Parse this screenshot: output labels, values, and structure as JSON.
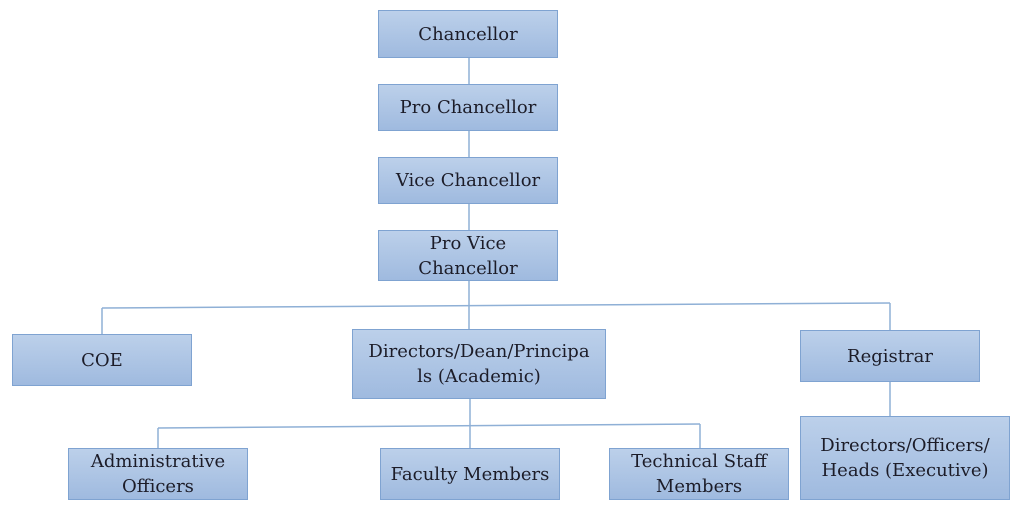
{
  "nodes": {
    "chancellor": [
      "Chancellor"
    ],
    "pro_chancellor": [
      "Pro Chancellor"
    ],
    "vice_chancellor": [
      "Vice Chancellor"
    ],
    "pro_vice_chancellor": [
      "Pro Vice",
      "Chancellor"
    ],
    "coe": [
      "COE"
    ],
    "directors_academic": [
      "Directors/Dean/Principa",
      "ls (Academic)"
    ],
    "registrar": [
      "Registrar"
    ],
    "administrative_officers": [
      "Administrative",
      "Officers"
    ],
    "faculty_members": [
      "Faculty Members"
    ],
    "technical_staff": [
      "Technical Staff",
      "Members"
    ],
    "directors_executive": [
      "Directors/Officers/",
      "Heads (Executive)"
    ]
  },
  "colors": {
    "line": "#8fb0d6",
    "border": "#7fa3d1"
  }
}
